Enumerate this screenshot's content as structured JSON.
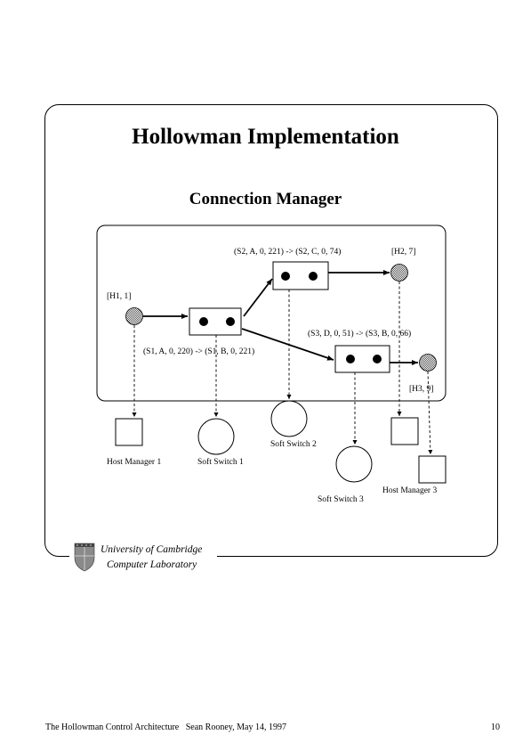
{
  "slide": {
    "title": "Hollowman Implementation",
    "subtitle": "Connection Manager"
  },
  "diagram": {
    "labels": {
      "h1": "[H1, 1]",
      "h2": "[H2, 7]",
      "h3": "[H3, 9]",
      "s1_map": "(S1, A, 0, 220) -> (S1, B, 0, 221)",
      "s2_map": "(S2, A, 0, 221) -> (S2, C, 0, 74)",
      "s3_map": "(S3, D, 0, 51) -> (S3, B, 0, 66)"
    },
    "managers": {
      "host1": "Host Manager 1",
      "soft1": "Soft Switch 1",
      "soft2": "Soft Switch 2",
      "soft3": "Soft Switch 3",
      "host3": "Host Manager 3"
    }
  },
  "logo": {
    "line1": "University of Cambridge",
    "line2": "Computer Laboratory"
  },
  "footer": {
    "left": "The Hollowman Control Architecture   Sean Rooney, May 14, 1997",
    "page": "10"
  }
}
